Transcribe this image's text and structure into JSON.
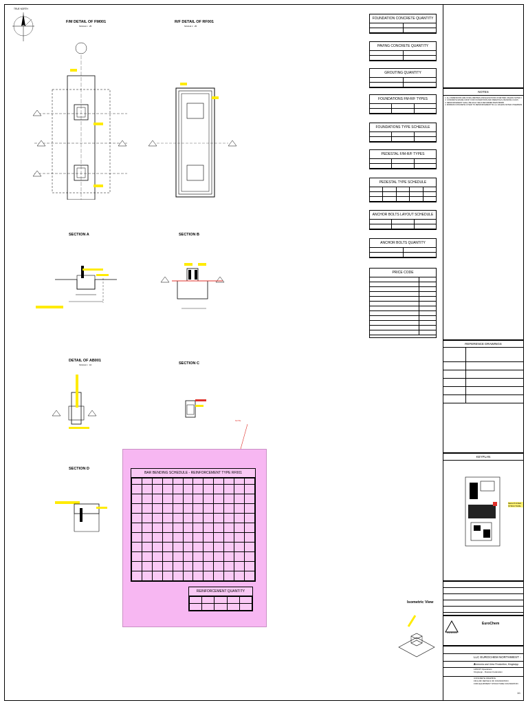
{
  "compass": {
    "label": "TRUE NORTH"
  },
  "views": {
    "fm_detail": "F/M DETAIL OF FM001",
    "fm_detail_scale": "SCALE 1 : 25",
    "rf_detail": "R/F DETAIL OF RF001",
    "rf_detail_scale": "SCALE 1 : 25",
    "section_a": "SECTION",
    "section_a_tag": "A",
    "section_b": "SECTION",
    "section_b_tag": "B",
    "detail_ab": "DETAIL OF AB001",
    "detail_ab_scale": "SCALE 1 : 10",
    "section_c": "SECTION",
    "section_c_tag": "C",
    "section_d": "SECTION",
    "section_d_tag": "D",
    "isometric": "Isometric View",
    "pink_note": "NOTE",
    "tags": [
      "A",
      "A",
      "B",
      "B",
      "C",
      "C",
      "D",
      "D"
    ]
  },
  "schedules": {
    "foundation_concrete": "FOUNDATION CONCRETE QUANTITY",
    "paving_concrete": "PAVING CONCRETE QUANTITY",
    "grouting": "GROUTING QUANTITY",
    "foundations_fm_rf_types": "FOUNDATIONS FM-R/F TYPES",
    "foundations_type_schedule": "FOUNDATIONS TYPE SCHEDULE",
    "pedestal_fm_rf_types": "PEDESTAL F/M-R/F TYPES",
    "pedestal_type_schedule": "PEDESTAL TYPE SCHEDULE",
    "anchor_bolts_layout": "ANCHOR BOLTS LAYOUT SCHEDULE",
    "anchor_bolts_quantity": "ANCHOR BOLTS QUANTITY",
    "price_code": "PRICE CODE"
  },
  "notes": {
    "title": "NOTES",
    "lines": [
      "1. ALL DIMENSIONS ARE IN MILLIMETRES AND ELEVATIONS IN METRES UNLESS NOTED OTHERWISE.",
      "2. CONCRETE GRADE C30/37 FOR FOUNDATIONS AND PEDESTALS, BLINDING C12/15.",
      "3. REINFORCEMENT SHALL BE HIGH YIELD DEFORMED BARS B500B.",
      "4. MINIMUM CONCRETE COVER TO REINFORCEMENT 50 mm UNLESS NOTED OTHERWISE."
    ]
  },
  "reference_drawings": {
    "title": "REFERENCE DRAWINGS",
    "rows": [
      "",
      "",
      "",
      "",
      "",
      "",
      ""
    ]
  },
  "keyplan": {
    "title": "KEYPLAN",
    "label": "NEGOTIATED STRUCTURE"
  },
  "bbs": {
    "title": "BAR BENDING SCHEDULE - REINFORCEMENT TYPE RF001",
    "rows": 10
  },
  "reinforcement_quantity": {
    "title": "REINFORCEMENT QUANTITY"
  },
  "title_block": {
    "company": "Tecnimont",
    "client": "EuroChem",
    "project": "LLC EUROCHEM NORTHWEST - 2",
    "subtitle": "Ammonia and Urea Production, Kingisepp",
    "location1": "1150 RT Operations",
    "location2": "Kingisepp - Russian Federation",
    "drawing_title1": "CONCRETE DRAWING",
    "drawing_title2": "FM & RF DETAILS OF FOUNDATION",
    "drawing_title3": "FOR EQUIPMENT STRUCTURE FOUNDATION",
    "sheet": "1/1"
  },
  "colors": {
    "highlight": "#ffeb00",
    "pink": "#f7b7f2",
    "red": "#e0302a"
  }
}
